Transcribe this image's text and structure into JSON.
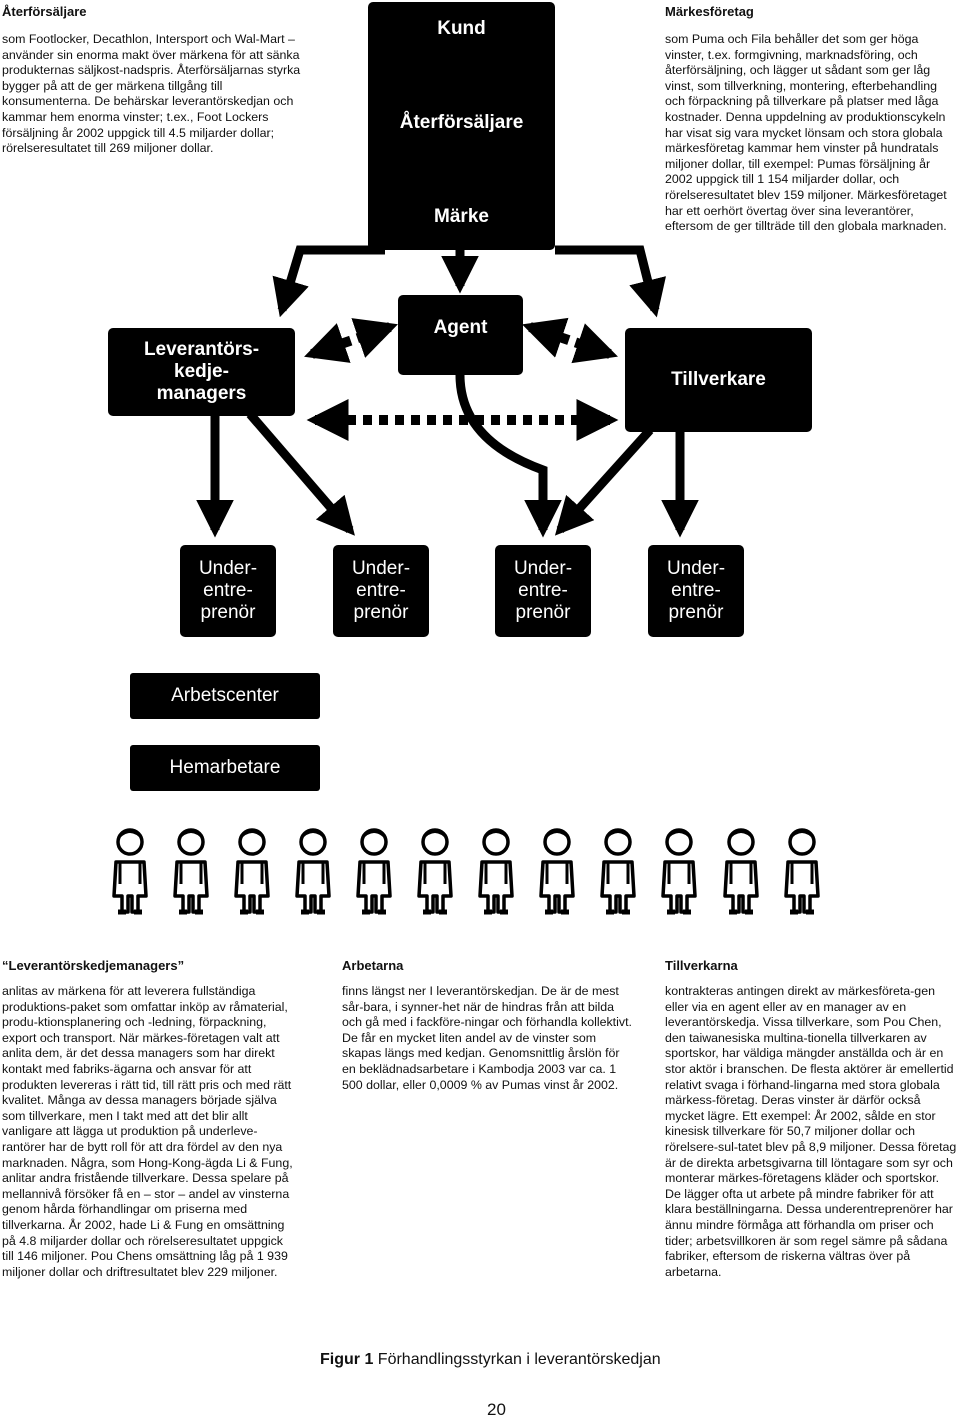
{
  "top_left": {
    "heading": "Återförsäljare",
    "body": "som Footlocker, Decathlon, Intersport och Wal-Mart – använder sin enorma makt över märkena för att sänka produkternas säljkost-nadspris. Återförsäljarnas styrka bygger på att de ger märkena tillgång till konsumenterna. De behärskar leverantörskedjan och kammar hem enorma vinster; t.ex., Foot Lockers försäljning år 2002 uppgick till 4.5 miljarder dollar; rörelseresultatet till 269 miljoner dollar."
  },
  "top_right": {
    "heading": "Märkesföretag",
    "body": "som Puma och Fila behåller det som ger höga vinster, t.ex. formgivning, marknadsföring, och återförsäljning, och lägger ut sådant som ger låg vinst, som tillverkning, montering, efterbehandling och förpackning på tillverkare på platser med låga kostnader. Denna uppdelning av produktionscykeln har visat sig vara mycket lönsam och stora globala märkesföretag kammar hem vinster på hundratals miljoner dollar, till exempel: Pumas försäljning år 2002 uppgick till 1 154 miljarder dollar, och rörelseresultatet blev 159 miljoner. Märkesföretaget har ett oerhört övertag över sina leverantörer, eftersom de ger tillträde till den globala marknaden."
  },
  "diagram": {
    "top_stack": [
      "Kund",
      "Återförsäljare",
      "Märke"
    ],
    "left_box": "Leverantörs-kedje-managers",
    "agent_box": "Agent",
    "right_box": "Tillverkare",
    "subcontractors": [
      "Under-entre-prenör",
      "Under-entre-prenör",
      "Under-entre-prenör",
      "Under-entre-prenör"
    ],
    "work_center": "Arbetscenter",
    "home_worker": "Hemarbetare",
    "worker_count": 12
  },
  "bottom": {
    "col1": {
      "heading": "“Leverantörskedjemanagers”",
      "body": "anlitas av märkena för att leverera fullständiga produktions-paket som omfattar inköp av råmaterial, produ-ktionsplanering och -ledning, förpackning, export och transport. När märkes-företagen valt att anlita dem, är det dessa managers som har direkt kontakt med fabriks-ägarna och ansvar för att produkten levereras i rätt tid, till rätt pris och med rätt kvalitet. Många av dessa managers började själva som tillverkare, men I takt med att det blir allt vanligare att lägga ut produktion på underleve-rantörer har de bytt roll för att dra fördel av den nya marknaden. Några, som Hong-Kong-ägda Li & Fung, anlitar andra fristående tillverkare. Dessa spelare på mellannivå försöker få en – stor – andel av vinsterna genom hårda förhandlingar om priserna med tillverkarna. År 2002, hade Li & Fung en omsättning på 4.8 miljarder dollar och rörelseresultatet uppgick till 146 miljoner. Pou Chens omsättning låg på 1 939 miljoner dollar och driftresultatet blev 229 miljoner."
    },
    "col2": {
      "heading": "Arbetarna",
      "body": "finns längst ner I leverantörskedjan. De är de mest sår-bara, i synner-het när de hindras från att bilda och gå med i fackföre-ningar och förhandla kollektivt. De får en mycket liten andel av de vinster som skapas längs med kedjan. Genomsnittlig årslön för en beklädnadsarbetare i Kambodja 2003 var ca. 1 500 dollar, eller 0,0009 % av Pumas vinst år 2002."
    },
    "col3": {
      "heading": "Tillverkarna",
      "body": "kontrakteras antingen direkt av märkesföreta-gen eller via en agent eller av en manager av en leverantörskedja. Vissa tillverkare, som Pou Chen, den taiwanesiska multina-tionella tillverkaren av sportskor, har väldiga mängder anställda och är en stor aktör i branschen. De flesta aktörer är emellertid relativt svaga i förhand-lingarna med stora globala märkess-företag. Deras vinster är därför också mycket lägre. Ett exempel: År 2002, sålde en stor kinesisk tillverkare för 50,7 miljoner dollar och rörelsere-sul-tatet blev på 8,9 miljoner. Dessa företag är de direkta arbetsgivarna till löntagare som syr och monterar märkes-företagens kläder och sportskor. De lägger ofta ut arbete på mindre fabriker för att klara beställningarna. Dessa underentreprenörer har ännu mindre förmåga att förhandla om priser och tider; arbetsvillkoren är som regel sämre på sådana fabriker, eftersom de riskerna vältras över på arbetarna."
    }
  },
  "figure": {
    "label": "Figur 1",
    "caption": "Förhandlingsstyrkan i leverantörskedjan"
  },
  "page_number": "20",
  "colors": {
    "box": "#000000",
    "text_on_box": "#ffffff",
    "arrow": "#000000"
  }
}
